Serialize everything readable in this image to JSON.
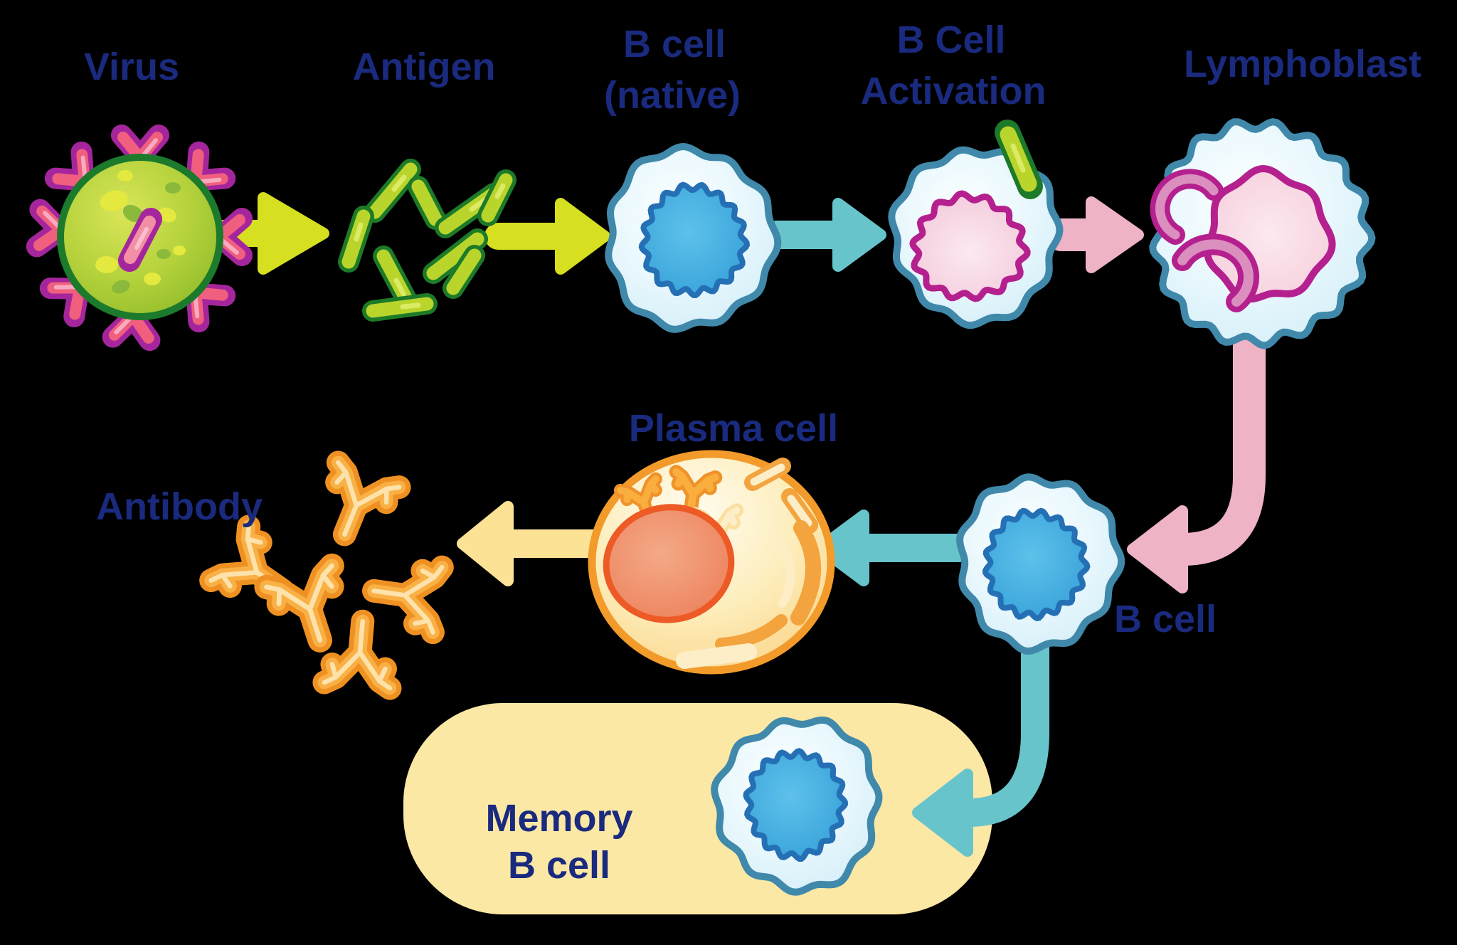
{
  "colors": {
    "background": "#000000",
    "label": "#1a2a7e",
    "arrow_green": "#d6df20",
    "arrow_teal": "#68c4cb",
    "arrow_pink": "#efb3c6",
    "arrow_yellow": "#fbe294",
    "memory_box": "#fce8a5",
    "cell_outline": "#4089ab",
    "nucleus_blue_outline": "#2570b5",
    "magenta": "#b5208f",
    "plasma_outline": "#f29b2b",
    "plasma_nucleus_outline": "#ed5a26",
    "antibody_orange": "#ef9122",
    "antigen_outline": "#1d7a28",
    "antigen_fill": "#b9d52c",
    "virus_outline": "#1b7a2c",
    "spike_outline": "#a5269c",
    "spike_fill": "#f15f7e"
  },
  "nodes": {
    "virus": {
      "label": "Virus"
    },
    "antigen": {
      "label": "Antigen"
    },
    "b_cell_native": {
      "line1": "B cell",
      "line2": "(native)"
    },
    "b_cell_activation": {
      "line1": "B Cell",
      "line2": "Activation"
    },
    "lymphoblast": {
      "label": "Lymphoblast"
    },
    "plasma_cell": {
      "label": "Plasma cell"
    },
    "antibody": {
      "label": "Antibody"
    },
    "b_cell": {
      "label": "B cell"
    },
    "memory_b_cell": {
      "line1": "Memory",
      "line2": "B cell"
    }
  },
  "edges": [
    {
      "from": "virus",
      "to": "antigen",
      "arrow_color": "green"
    },
    {
      "from": "antigen",
      "to": "b_cell_native",
      "arrow_color": "green"
    },
    {
      "from": "b_cell_native",
      "to": "b_cell_activation",
      "arrow_color": "teal"
    },
    {
      "from": "b_cell_activation",
      "to": "lymphoblast",
      "arrow_color": "pink"
    },
    {
      "from": "lymphoblast",
      "to": "b_cell",
      "arrow_color": "pink"
    },
    {
      "from": "b_cell",
      "to": "plasma_cell",
      "arrow_color": "teal"
    },
    {
      "from": "plasma_cell",
      "to": "antibody",
      "arrow_color": "yellow"
    },
    {
      "from": "b_cell",
      "to": "memory_b_cell",
      "arrow_color": "teal"
    }
  ]
}
